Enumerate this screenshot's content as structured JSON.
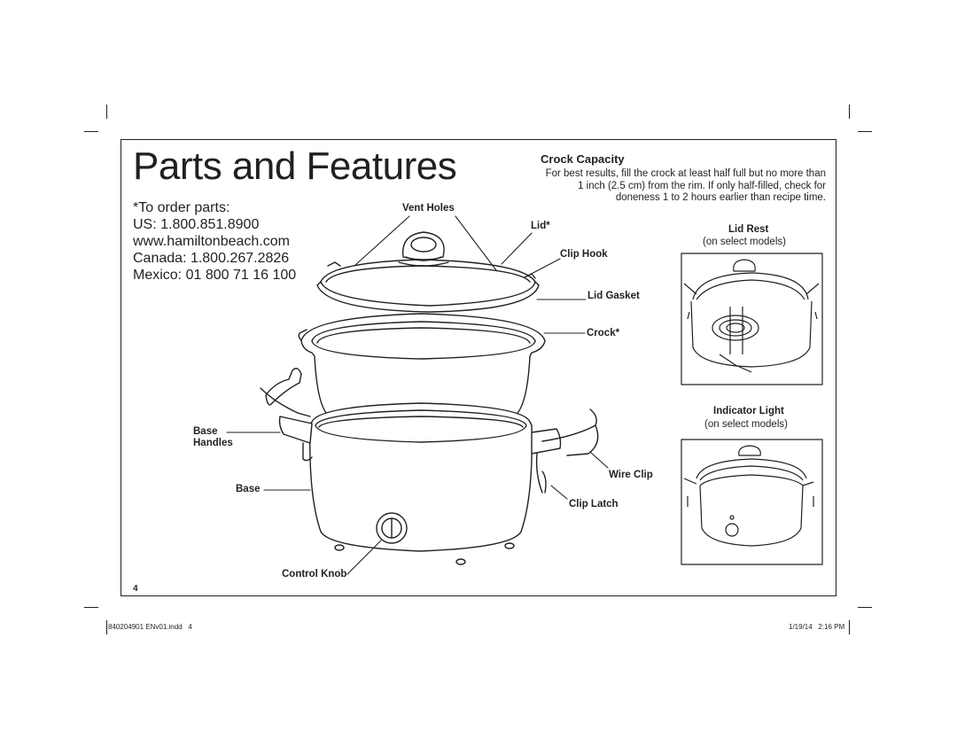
{
  "title": "Parts and Features",
  "order_parts": {
    "heading": "*To order parts:",
    "lines": [
      "US: 1.800.851.8900",
      "www.hamiltonbeach.com",
      "Canada: 1.800.267.2826",
      "Mexico: 01 800 71 16 100"
    ]
  },
  "crock_capacity": {
    "heading": "Crock Capacity",
    "body": "For best results, fill the crock at least half full but no more than 1 inch (2.5 cm) from the rim. If only half-filled, check for doneness 1 to 2 hours earlier than recipe time."
  },
  "labels": {
    "vent_holes": "Vent Holes",
    "lid": "Lid*",
    "clip_hook": "Clip Hook",
    "lid_gasket": "Lid Gasket",
    "crock": "Crock*",
    "base": "Base",
    "handles": "Handles",
    "base2": "Base",
    "control_knob": "Control Knob",
    "wire_clip": "Wire Clip",
    "clip_latch": "Clip Latch"
  },
  "insets": {
    "lid_rest": {
      "title": "Lid Rest",
      "subtitle": "(on select models)"
    },
    "indicator_light": {
      "title": "Indicator Light",
      "subtitle": "(on select models)"
    }
  },
  "page_number": "4",
  "footer": {
    "left": "840204901 ENv01.indd   4",
    "right": "1/19/14   2:16 PM"
  },
  "colors": {
    "ink": "#231f20",
    "background": "#ffffff"
  }
}
